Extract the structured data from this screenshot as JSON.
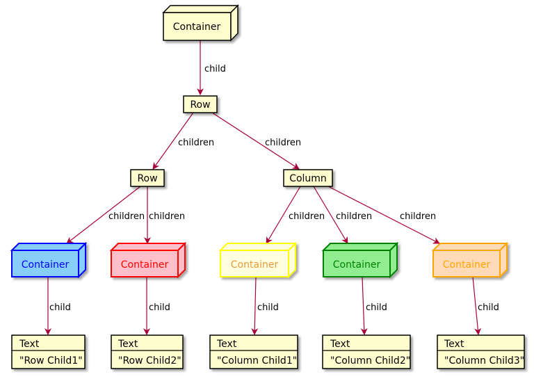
{
  "colors": {
    "edge": "#a80036",
    "box_fill": "#fefece",
    "box_stroke": "#000000"
  },
  "nodes": {
    "root_container": {
      "label": "Container",
      "fill": "#fefece",
      "stroke": "#000000",
      "text_color": "#000000"
    },
    "row_main": {
      "label": "Row"
    },
    "row_inner": {
      "label": "Row"
    },
    "column": {
      "label": "Column"
    },
    "container_blue": {
      "label": "Container",
      "fill": "#87cefa",
      "stroke": "#0000ff",
      "text_color": "#0000ff"
    },
    "container_red": {
      "label": "Container",
      "fill": "#ffc0cb",
      "stroke": "#ff0000",
      "text_color": "#ff0000"
    },
    "container_yellow": {
      "label": "Container",
      "fill": "#ffffe0",
      "stroke": "#ffff00",
      "text_color": "#e59a3b"
    },
    "container_green": {
      "label": "Container",
      "fill": "#90ee90",
      "stroke": "#008000",
      "text_color": "#008000"
    },
    "container_orange": {
      "label": "Container",
      "fill": "#ffdab9",
      "stroke": "#ffa500",
      "text_color": "#ffa500"
    },
    "text1": {
      "title": "Text",
      "value": "\"Row Child1\""
    },
    "text2": {
      "title": "Text",
      "value": "\"Row Child2\""
    },
    "text3": {
      "title": "Text",
      "value": "\"Column Child1\""
    },
    "text4": {
      "title": "Text",
      "value": "\"Column Child2\""
    },
    "text5": {
      "title": "Text",
      "value": "\"Column Child3\""
    }
  },
  "edges": {
    "root_to_row": "child",
    "row_to_row": "children",
    "row_to_column": "children",
    "row_to_blue": "children",
    "row_to_red": "children",
    "column_to_yellow": "children",
    "column_to_green": "children",
    "column_to_orange": "children",
    "blue_to_text1": "child",
    "red_to_text2": "child",
    "yellow_to_text3": "child",
    "green_to_text4": "child",
    "orange_to_text5": "child"
  }
}
